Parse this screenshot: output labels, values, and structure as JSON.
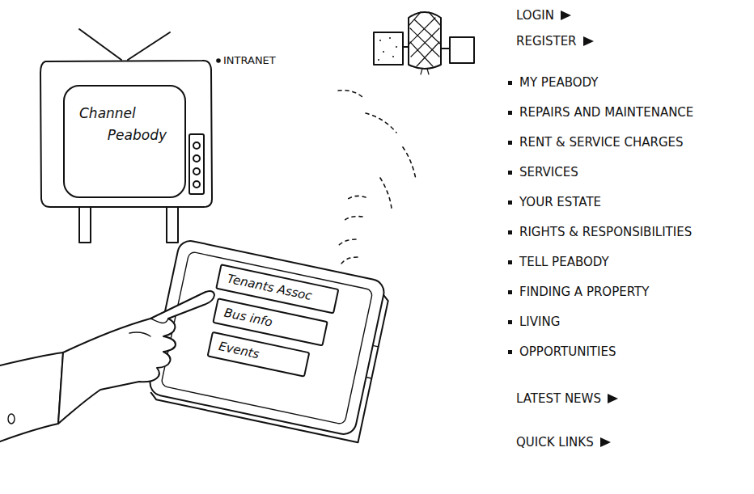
{
  "diagram": {
    "nodes": [
      {
        "text": [
          "Channel Peabody"
        ]
      },
      {
        "text": [
          "Tenants Assoc"
        ]
      },
      {
        "text": [
          "Bus info"
        ]
      },
      {
        "text": [
          "Events"
        ]
      }
    ],
    "edges": [],
    "labels": [
      "INTRANET",
      "LOGIN",
      "REGISTER",
      "MY PEABODY",
      "REPAIRS AND MAINTENANCE",
      "RENT & SERVICE CHARGES",
      "SERVICES",
      "YOUR ESTATE",
      "RIGHTS & RESPONSIBILITIES",
      "TELL PEABODY",
      "FINDING A PROPERTY",
      "LIVING",
      "OPPORTUNITIES",
      "LATEST NEWS",
      "QUICK LINKS"
    ]
  }
}
